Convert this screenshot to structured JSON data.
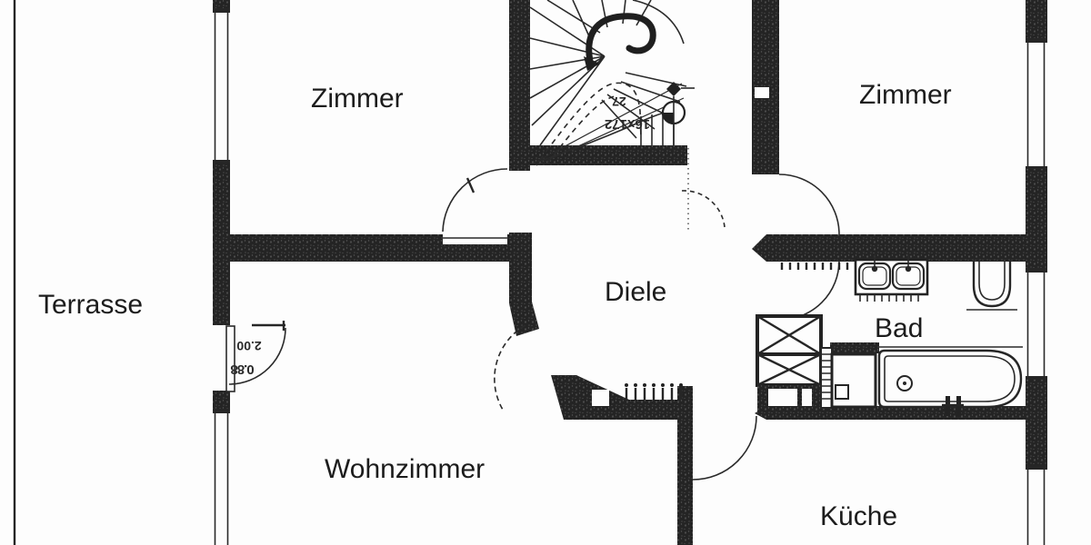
{
  "document": {
    "kind": "scanned floor plan",
    "paper_color": "#fdfdfd",
    "ink_color": "#262626"
  },
  "rooms": {
    "terrasse": "Terrasse",
    "zimmer_left": "Zimmer",
    "zimmer_right": "Zimmer",
    "diele": "Diele",
    "bad": "Bad",
    "wohnzimmer": "Wohnzimmer",
    "kueche": "Küche"
  },
  "annotations": {
    "stair_number": "27",
    "stair_count": "16x172",
    "door_dim_1": "2.00",
    "door_dim_2": "0.88"
  },
  "fixtures": {
    "staircase": "winder-staircase",
    "bath": [
      "double-sink-vanity",
      "toilet",
      "bathtub",
      "washing-machine",
      "shaft"
    ],
    "radiators": 2
  }
}
